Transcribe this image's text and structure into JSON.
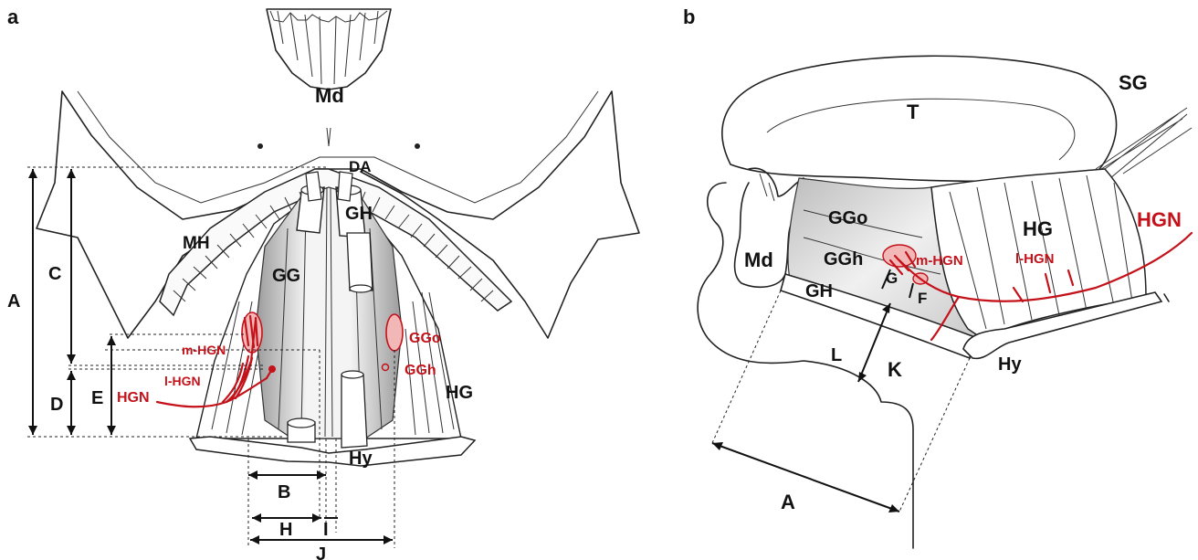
{
  "panel_a": {
    "panel_letter": "a",
    "labels": {
      "md": "Md",
      "da": "DA",
      "mh": "MH",
      "gh": "GH",
      "gg": "GG",
      "hg": "HG",
      "hy": "Hy",
      "ggo": "GGo",
      "ggh": "GGh",
      "hgn": "HGN",
      "m_hgn": "m-HGN",
      "l_hgn": "l-HGN"
    },
    "measures": {
      "a": "A",
      "b": "B",
      "c": "C",
      "d": "D",
      "e": "E",
      "h": "H",
      "i": "I",
      "j": "J"
    }
  },
  "panel_b": {
    "panel_letter": "b",
    "labels": {
      "t": "T",
      "sg": "SG",
      "md": "Md",
      "ggo": "GGo",
      "ggh": "GGh",
      "gh": "GH",
      "hg": "HG",
      "hy": "Hy",
      "hgn": "HGN",
      "m_hgn": "m-HGN",
      "l_hgn": "l-HGN"
    },
    "measures": {
      "a": "A",
      "f": "F",
      "g": "G",
      "k": "K",
      "l": "L"
    }
  },
  "colors": {
    "nerve": "#c4121a",
    "ink": "#222222",
    "background": "#ffffff"
  }
}
